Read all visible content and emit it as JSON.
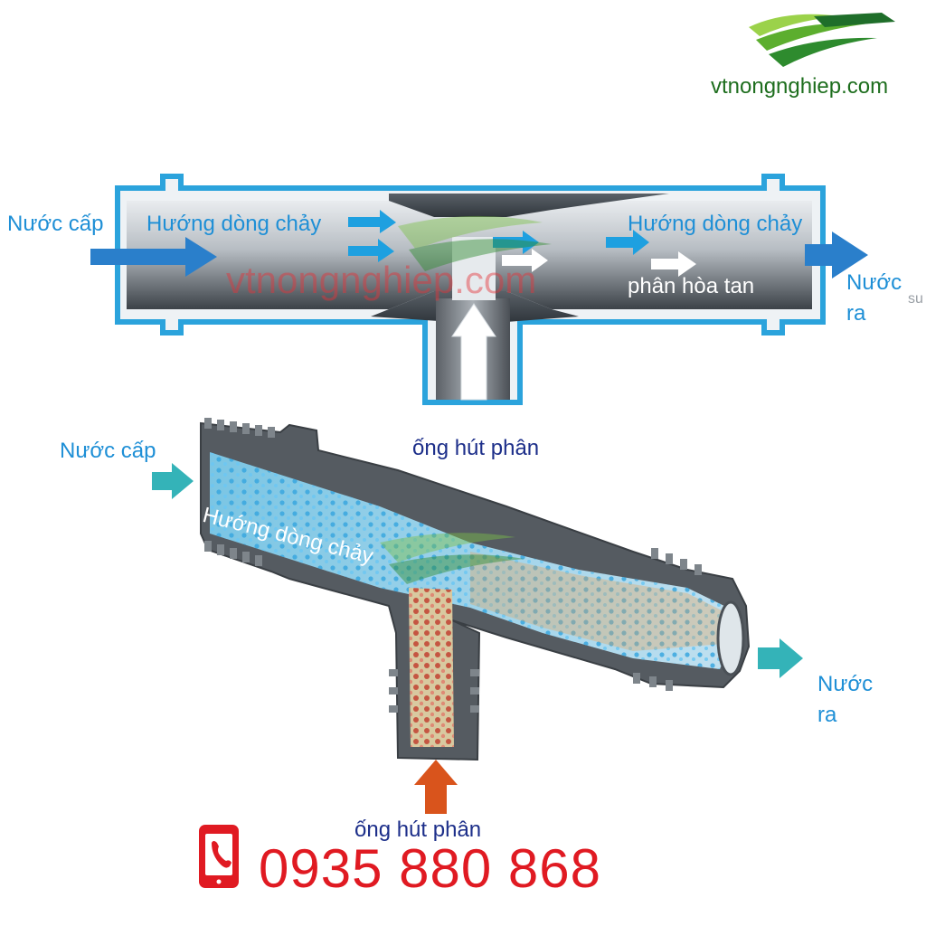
{
  "brand": {
    "site": "vtnongnghiep.com",
    "watermark": "vtnongnghiep.com"
  },
  "top_diagram": {
    "inlet": "Nước cấp",
    "flow_left": "Hướng dòng chảy",
    "flow_right": "Hướng dòng chảy",
    "dissolved": "phân hòa tan",
    "outlet": "Nước ra",
    "fragment": "su",
    "suction": "ống hút phân"
  },
  "bottom_diagram": {
    "inlet": "Nước cấp",
    "flow": "Hướng dòng chảy",
    "outlet": "Nước ra",
    "suction": "ống hút phân"
  },
  "contact": {
    "phone": "0935 880 868",
    "icon": "phone-icon"
  },
  "colors": {
    "blue_label": "#1e8fd6",
    "navy_label": "#1d2f8a",
    "phone_red": "#e01a22",
    "brand_green": "#2e8b2e"
  }
}
